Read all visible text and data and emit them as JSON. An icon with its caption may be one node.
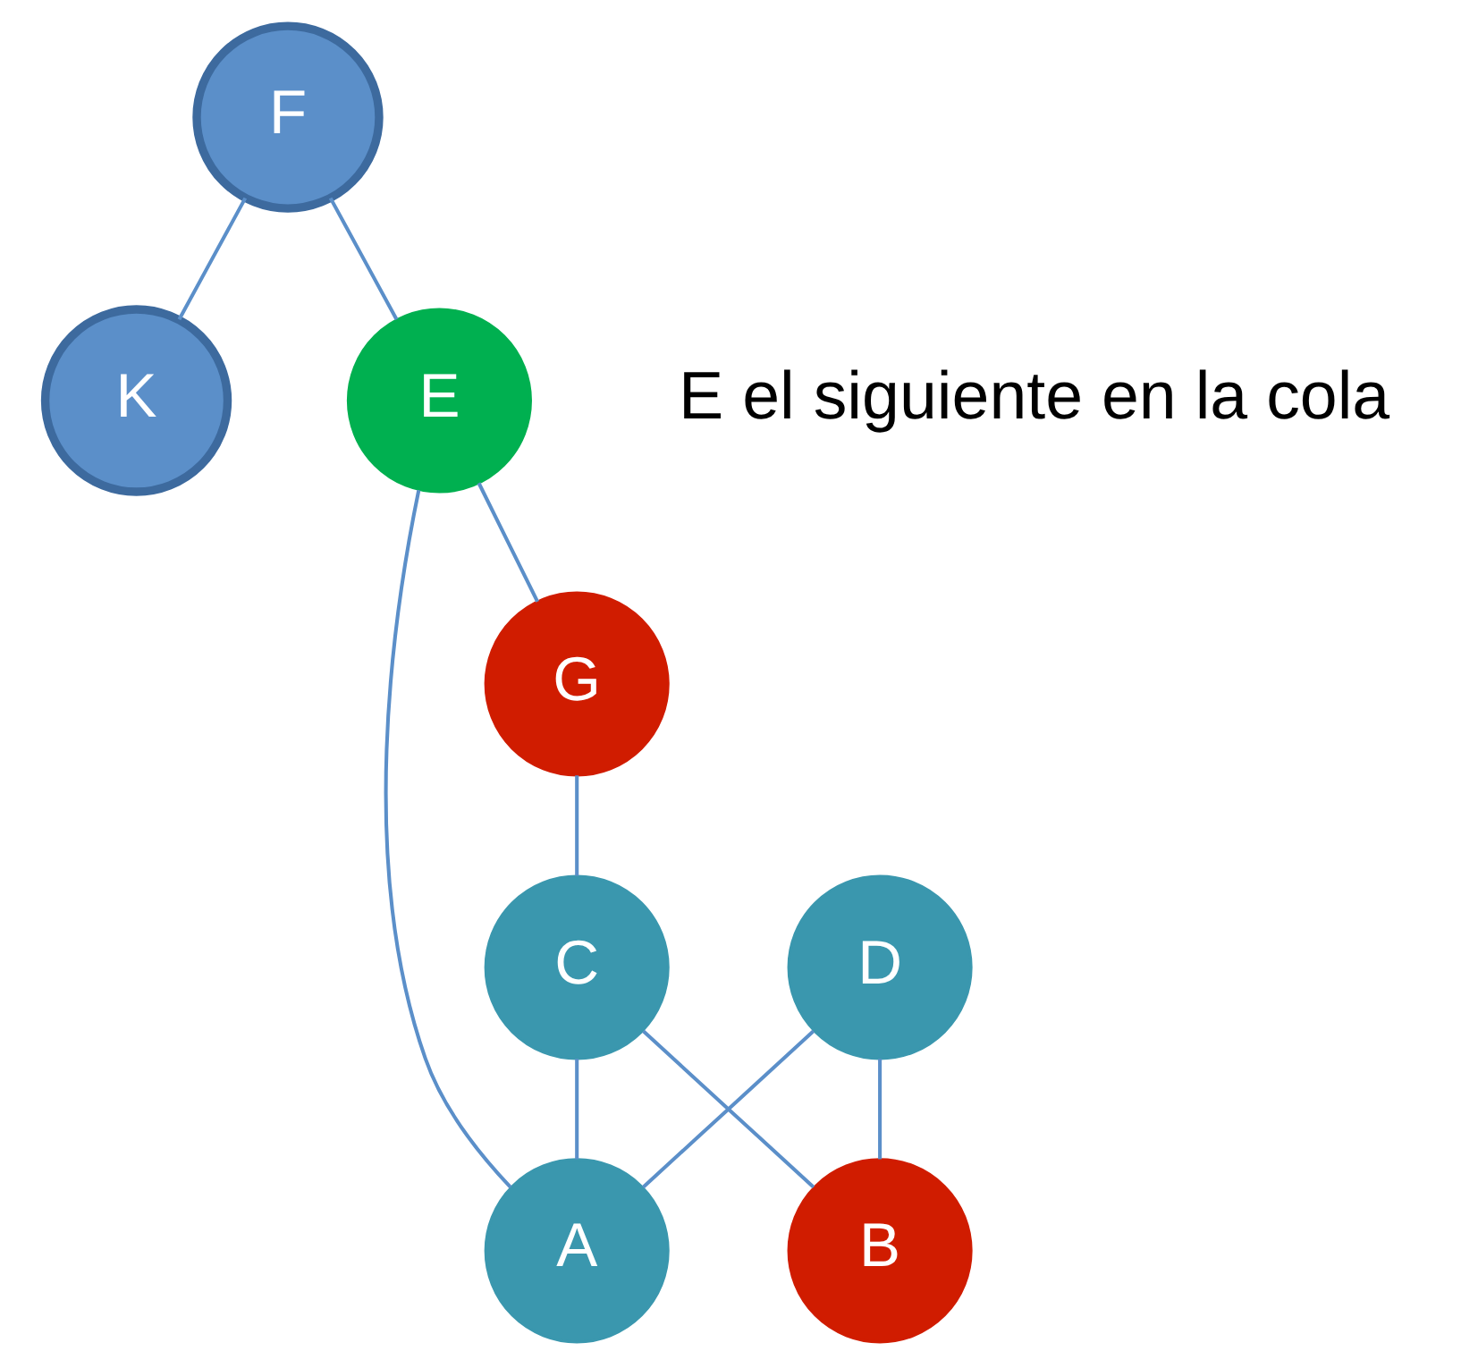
{
  "diagram": {
    "nodes": [
      {
        "text": [
          "F"
        ]
      },
      {
        "text": [
          "K"
        ]
      },
      {
        "text": [
          "E"
        ]
      },
      {
        "text": [
          "G"
        ]
      },
      {
        "text": [
          "D"
        ]
      },
      {
        "text": [
          "A"
        ]
      },
      {
        "text": [
          "C"
        ]
      },
      {
        "text": [
          "B"
        ]
      }
    ],
    "edges": [
      {
        "from": 0,
        "to": 1,
        "arrow": "none"
      },
      {
        "from": 0,
        "to": 2,
        "arrow": "none"
      },
      {
        "from": 2,
        "to": 3,
        "arrow": "none"
      },
      {
        "from": 2,
        "to": 5,
        "arrow": "none"
      },
      {
        "from": 3,
        "to": 6,
        "arrow": "none"
      },
      {
        "from": 4,
        "to": 5,
        "arrow": "none"
      },
      {
        "from": 4,
        "to": 7,
        "arrow": "none"
      },
      {
        "from": 6,
        "to": 5,
        "arrow": "none"
      },
      {
        "from": 6,
        "to": 7,
        "arrow": "none"
      }
    ],
    "labels": [
      "E el siguiente en la cola"
    ]
  }
}
